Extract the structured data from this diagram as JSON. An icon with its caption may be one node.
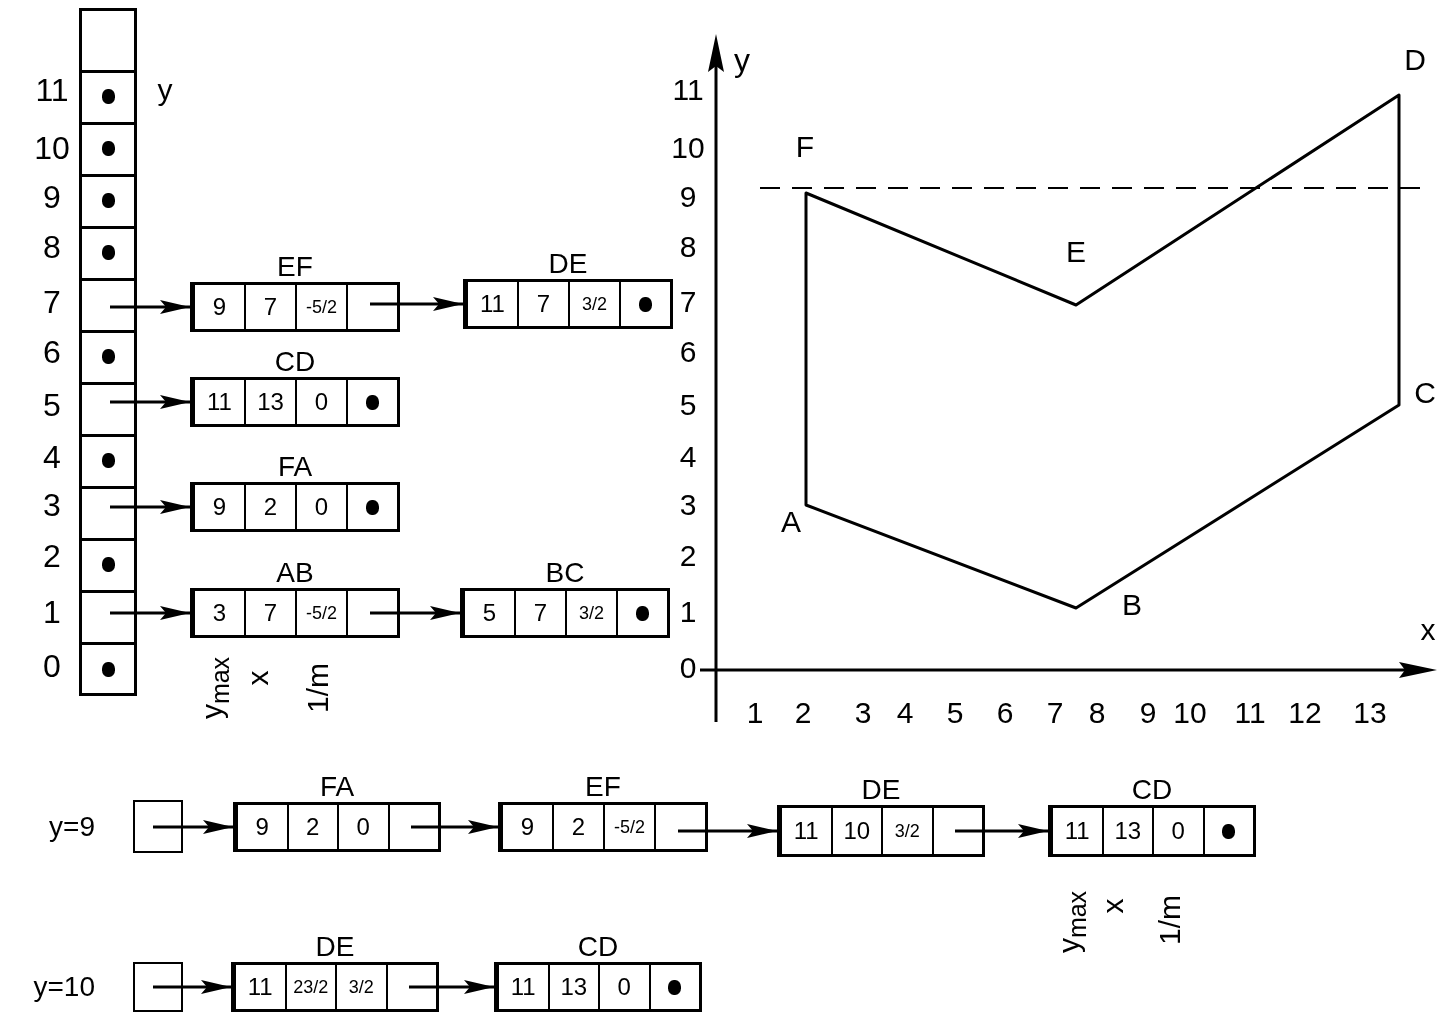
{
  "diagram": {
    "nodes": [
      {
        "text": [],
        "shape": "box"
      },
      {
        "text": [],
        "shape": "box",
        "in": 0
      },
      {
        "text": [],
        "shape": "box",
        "in": 0
      },
      {
        "text": [],
        "shape": "box",
        "in": 0
      },
      {
        "text": [],
        "shape": "box",
        "in": 0
      },
      {
        "text": [],
        "shape": "box",
        "in": 0
      },
      {
        "text": [],
        "shape": "box",
        "in": 0
      },
      {
        "text": [],
        "shape": "box",
        "in": 0
      },
      {
        "text": [],
        "shape": "box",
        "in": 0
      },
      {
        "text": [],
        "shape": "box",
        "in": 0
      },
      {
        "text": [],
        "shape": "box",
        "in": 0
      },
      {
        "text": [],
        "shape": "box",
        "in": 0
      },
      {
        "text": [],
        "shape": "box",
        "in": 0
      },
      {
        "text": [],
        "shape": "box",
        "in": 0
      },
      {
        "text": [
          "EF",
          "9",
          "7",
          "-5/2"
        ]
      },
      {
        "text": [
          "DE",
          "11",
          "7",
          "3/2"
        ]
      },
      {
        "text": [
          "CD",
          "11",
          "13",
          "0"
        ]
      },
      {
        "text": [
          "FA",
          "9",
          "2",
          "0"
        ]
      },
      {
        "text": [
          "AB",
          "3",
          "7",
          "-5/2"
        ]
      },
      {
        "text": [
          "BC",
          "5",
          "7",
          "3/2"
        ]
      },
      {
        "text": [],
        "shape": "box",
        "beside": [
          "y=9"
        ]
      },
      {
        "text": [
          "FA",
          "9",
          "2",
          "0"
        ]
      },
      {
        "text": [
          "EF",
          "9",
          "2",
          "-5/2"
        ]
      },
      {
        "text": [
          "DE",
          "11",
          "10",
          "3/2"
        ]
      },
      {
        "text": [
          "CD",
          "11",
          "13",
          "0"
        ]
      },
      {
        "text": [],
        "shape": "box",
        "beside": [
          "y=10"
        ]
      },
      {
        "text": [
          "DE",
          "11",
          "23/2",
          "3/2"
        ]
      },
      {
        "text": [
          "CD",
          "11",
          "13",
          "0"
        ]
      },
      {
        "text": [],
        "shape": "circle",
        "in": 2
      },
      {
        "text": [],
        "shape": "circle",
        "in": 3
      },
      {
        "text": [],
        "shape": "circle",
        "in": 4
      },
      {
        "text": [],
        "shape": "circle",
        "in": 5
      },
      {
        "text": [],
        "shape": "circle",
        "in": 7
      },
      {
        "text": [],
        "shape": "circle",
        "in": 9
      },
      {
        "text": [],
        "shape": "circle",
        "in": 11
      },
      {
        "text": [],
        "shape": "circle",
        "in": 13
      },
      {
        "text": [],
        "shape": "circle",
        "in": 15
      },
      {
        "text": [],
        "shape": "circle",
        "in": 16
      },
      {
        "text": [],
        "shape": "circle",
        "in": 17
      },
      {
        "text": [],
        "shape": "circle",
        "in": 19
      },
      {
        "text": [],
        "shape": "circle",
        "in": 24
      },
      {
        "text": [],
        "shape": "circle",
        "in": 27
      }
    ],
    "edges": [
      {
        "from": 6,
        "to": 14,
        "arrow": "to"
      },
      {
        "from": 14,
        "to": 15,
        "arrow": "to"
      },
      {
        "from": 8,
        "to": 16,
        "arrow": "to"
      },
      {
        "from": 10,
        "to": 17,
        "arrow": "to"
      },
      {
        "from": 12,
        "to": 18,
        "arrow": "to"
      },
      {
        "from": 18,
        "to": 19,
        "arrow": "to"
      },
      {
        "from": 20,
        "to": 21,
        "arrow": "to"
      },
      {
        "from": 21,
        "to": 22,
        "arrow": "to"
      },
      {
        "from": 22,
        "to": 23,
        "arrow": "to"
      },
      {
        "from": 23,
        "to": 24,
        "arrow": "to"
      },
      {
        "from": 25,
        "to": 26,
        "arrow": "to"
      },
      {
        "from": 26,
        "to": 27,
        "arrow": "to"
      }
    ],
    "labels": [
      "11",
      "10",
      "9",
      "8",
      "7",
      "6",
      "5",
      "4",
      "3",
      "2",
      "1",
      "0",
      "y",
      "y",
      "11",
      "10",
      "9",
      "8",
      "7",
      "6",
      "5",
      "4",
      "3",
      "2",
      "1",
      "0",
      "D",
      "F",
      "E",
      "C",
      "A",
      "B",
      "x",
      "1",
      "2",
      "3",
      "4",
      "5",
      "6",
      "7",
      "8",
      "9",
      "10",
      "11",
      "12",
      "13",
      "y$_{max}$",
      "x",
      "1/m",
      "y$_{max}$",
      "x",
      "1/m"
    ]
  }
}
